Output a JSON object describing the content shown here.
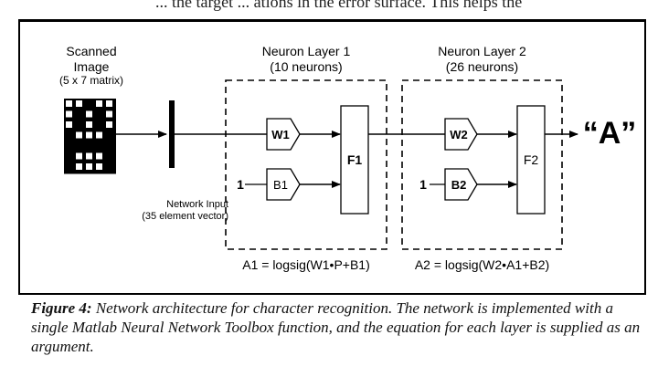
{
  "header_fragment": "... the target ... ations in the error surface. This helps the",
  "diagram": {
    "input": {
      "title_lines": [
        "Scanned",
        "Image",
        "(5 x 7 matrix)"
      ],
      "matrix_rows": 7,
      "matrix_cols": 5,
      "network_input_lines": [
        "Network Input",
        "(35 element vector)"
      ]
    },
    "layer1": {
      "title": "Neuron Layer 1",
      "subtitle": "(10 neurons)",
      "weight": "W1",
      "bias": "B1",
      "bias_input": "1",
      "transfer": "F1",
      "equation": "A1 = logsig(W1•P+B1)"
    },
    "layer2": {
      "title": "Neuron Layer 2",
      "subtitle": "(26 neurons)",
      "weight": "W2",
      "bias": "B2",
      "bias_input": "1",
      "transfer": "F2",
      "equation": "A2 = logsig(W2•A1+B2)"
    },
    "output": "“A”"
  },
  "caption": {
    "label": "Figure 4:",
    "text": "Network architecture for character recognition. The network is implemented with a single Matlab Neural Network Toolbox function, and the equation for each layer is supplied as an argument."
  }
}
